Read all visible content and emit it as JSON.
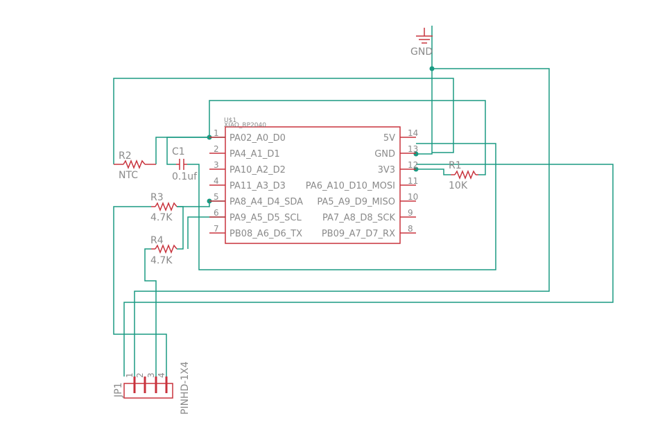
{
  "u1": {
    "refdes": "U$1",
    "value": "XIAO_RP2040",
    "left_pins": [
      {
        "num": "1",
        "name": "PA02_A0_D0"
      },
      {
        "num": "2",
        "name": "PA4_A1_D1"
      },
      {
        "num": "3",
        "name": "PA10_A2_D2"
      },
      {
        "num": "4",
        "name": "PA11_A3_D3"
      },
      {
        "num": "5",
        "name": "PA8_A4_D4_SDA"
      },
      {
        "num": "6",
        "name": "PA9_A5_D5_SCL"
      },
      {
        "num": "7",
        "name": "PB08_A6_D6_TX"
      }
    ],
    "right_pins": [
      {
        "num": "14",
        "name": "5V"
      },
      {
        "num": "13",
        "name": "GND"
      },
      {
        "num": "12",
        "name": "3V3"
      },
      {
        "num": "11",
        "name": "PA6_A10_D10_MOSI"
      },
      {
        "num": "10",
        "name": "PA5_A9_D9_MISO"
      },
      {
        "num": "9",
        "name": "PA7_A8_D8_SCK"
      },
      {
        "num": "8",
        "name": "PB09_A7_D7_RX"
      }
    ]
  },
  "gnd": {
    "label": "GND"
  },
  "r1": {
    "refdes": "R1",
    "value": "10K"
  },
  "r2": {
    "refdes": "R2",
    "value": "NTC"
  },
  "r3": {
    "refdes": "R3",
    "value": "4.7K"
  },
  "r4": {
    "refdes": "R4",
    "value": "4.7K"
  },
  "c1": {
    "refdes": "C1",
    "value": "0.1uf"
  },
  "jp1": {
    "refdes": "JP1",
    "value": "PINHD-1X4",
    "pins": [
      "1",
      "2",
      "3",
      "4"
    ]
  },
  "colors": {
    "wire": "#1a9a82",
    "part": "#c8323c",
    "text": "#8a8a8a"
  }
}
